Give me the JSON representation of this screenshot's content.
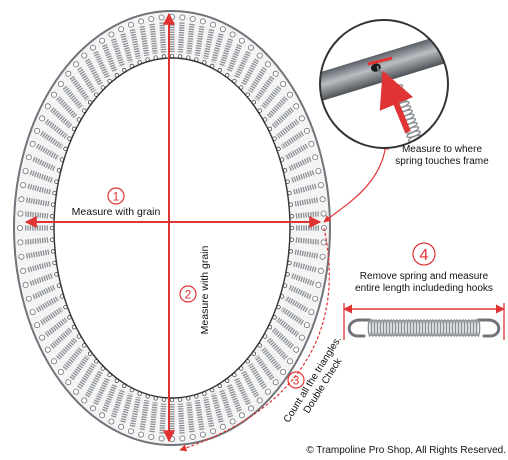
{
  "steps": {
    "one": {
      "number": "1",
      "label": "Measure with grain"
    },
    "two": {
      "number": "2",
      "label": "Measure with grain"
    },
    "three": {
      "number": "3",
      "label_line1": "Count all the triangles.",
      "label_line2": "Double Check"
    },
    "four": {
      "number": "4",
      "label_line1": "Remove spring and measure",
      "label_line2": "entire length includeding hooks"
    }
  },
  "callout": {
    "line1": "Measure to where",
    "line2": "spring touches frame"
  },
  "copyright": "© Trampoline Pro Shop, All Rights Reserved.",
  "colors": {
    "accent": "#e03333",
    "frame": "#6f747a",
    "spring": "#8a8f95",
    "mat_line": "#333333"
  }
}
